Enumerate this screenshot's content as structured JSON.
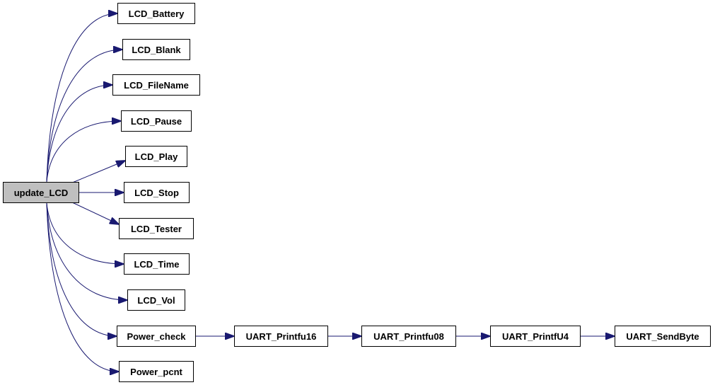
{
  "colors": {
    "edge": "#191970",
    "root_fill": "#bfbfbf",
    "node_fill": "#ffffff",
    "node_border": "#000000"
  },
  "nodes": {
    "update_lcd": "update_LCD",
    "lcd_battery": "LCD_Battery",
    "lcd_blank": "LCD_Blank",
    "lcd_filename": "LCD_FileName",
    "lcd_pause": "LCD_Pause",
    "lcd_play": "LCD_Play",
    "lcd_stop": "LCD_Stop",
    "lcd_tester": "LCD_Tester",
    "lcd_time": "LCD_Time",
    "lcd_vol": "LCD_Vol",
    "power_check": "Power_check",
    "power_pcnt": "Power_pcnt",
    "uart_printfu16": "UART_Printfu16",
    "uart_printfu08": "UART_Printfu08",
    "uart_printfu4": "UART_PrintfU4",
    "uart_sendbyte": "UART_SendByte"
  },
  "edges": [
    [
      "update_lcd",
      "lcd_battery"
    ],
    [
      "update_lcd",
      "lcd_blank"
    ],
    [
      "update_lcd",
      "lcd_filename"
    ],
    [
      "update_lcd",
      "lcd_pause"
    ],
    [
      "update_lcd",
      "lcd_play"
    ],
    [
      "update_lcd",
      "lcd_stop"
    ],
    [
      "update_lcd",
      "lcd_tester"
    ],
    [
      "update_lcd",
      "lcd_time"
    ],
    [
      "update_lcd",
      "lcd_vol"
    ],
    [
      "update_lcd",
      "power_check"
    ],
    [
      "update_lcd",
      "power_pcnt"
    ],
    [
      "power_check",
      "uart_printfu16"
    ],
    [
      "uart_printfu16",
      "uart_printfu08"
    ],
    [
      "uart_printfu08",
      "uart_printfu4"
    ],
    [
      "uart_printfu4",
      "uart_sendbyte"
    ]
  ]
}
